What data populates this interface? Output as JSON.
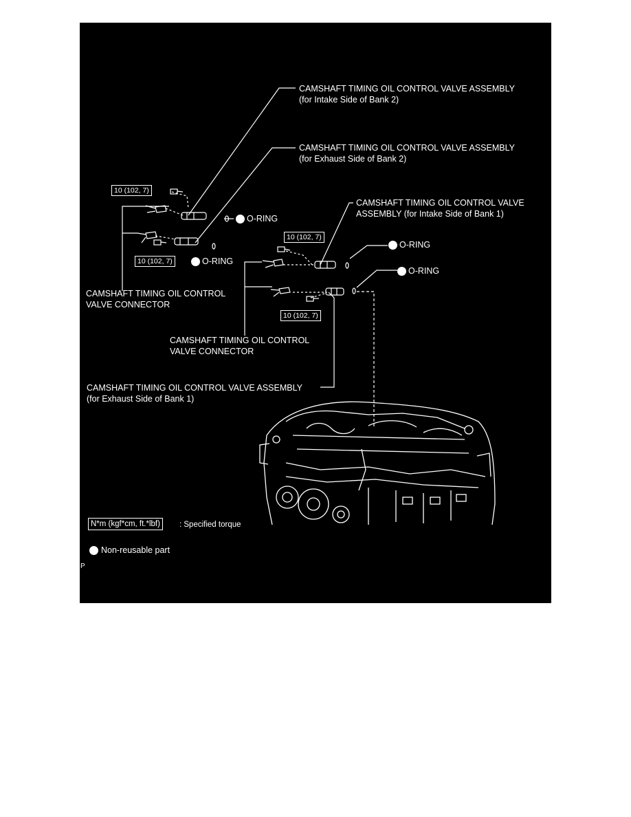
{
  "labels": {
    "ocv_intake_b2_l1": "CAMSHAFT TIMING OIL CONTROL VALVE ASSEMBLY",
    "ocv_intake_b2_l2": "(for Intake Side of Bank 2)",
    "ocv_exhaust_b2_l1": "CAMSHAFT TIMING OIL CONTROL VALVE ASSEMBLY",
    "ocv_exhaust_b2_l2": "(for Exhaust Side of Bank 2)",
    "ocv_intake_b1_l1": "CAMSHAFT TIMING OIL CONTROL VALVE",
    "ocv_intake_b1_l2": "ASSEMBLY (for Intake Side of Bank 1)",
    "connector_b2_l1": "CAMSHAFT TIMING OIL CONTROL",
    "connector_b2_l2": "VALVE CONNECTOR",
    "connector_b1_l1": "CAMSHAFT TIMING OIL CONTROL",
    "connector_b1_l2": "VALVE CONNECTOR",
    "ocv_exhaust_b1_l1": "CAMSHAFT TIMING OIL CONTROL VALVE ASSEMBLY",
    "ocv_exhaust_b1_l2": "(for Exhaust Side of Bank 1)",
    "oring": "O-RING",
    "torque": "10 (102, 7)",
    "legend_torque_box": "N*m (kgf*cm, ft.*lbf)",
    "legend_torque_text": ": Specified torque",
    "legend_nonreusable": "Non-reusable part",
    "corner_mark": "P"
  },
  "colors": {
    "background": "#000000",
    "foreground": "#ffffff",
    "page": "#ffffff"
  }
}
